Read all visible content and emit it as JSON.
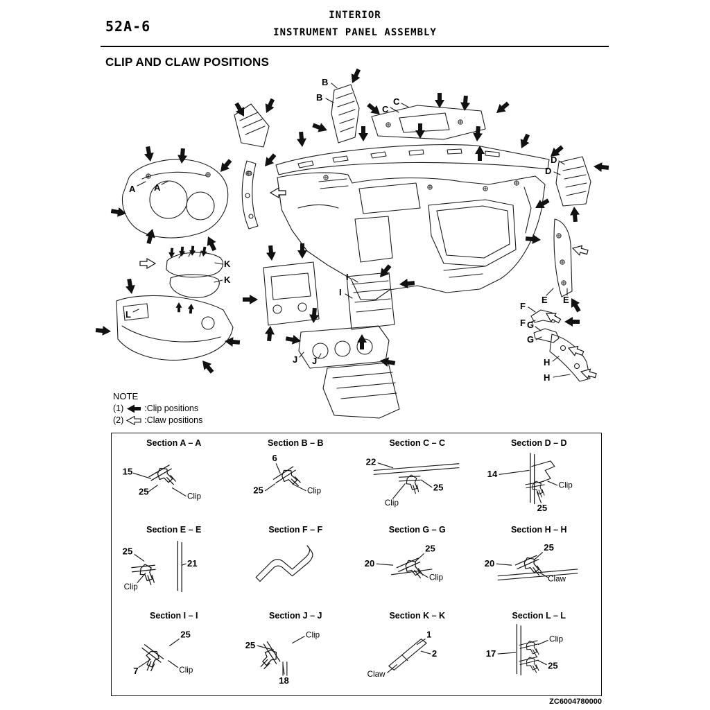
{
  "header": {
    "page_code": "52A-6",
    "chapter": "INTERIOR",
    "subtitle": "INSTRUMENT PANEL ASSEMBLY"
  },
  "title": "CLIP AND CLAW POSITIONS",
  "note": {
    "heading": "NOTE",
    "clip_num": "(1)",
    "clip_text": ":Clip positions",
    "claw_num": "(2)",
    "claw_text": ":Claw positions"
  },
  "diagram": {
    "letters": [
      "A",
      "B",
      "C",
      "D",
      "E",
      "F",
      "G",
      "H",
      "I",
      "J",
      "K",
      "L"
    ]
  },
  "sections": [
    {
      "title": "Section A – A",
      "callouts": [
        "15",
        "25",
        "Clip"
      ]
    },
    {
      "title": "Section B – B",
      "callouts": [
        "6",
        "25",
        "Clip"
      ]
    },
    {
      "title": "Section C – C",
      "callouts": [
        "22",
        "25",
        "Clip"
      ]
    },
    {
      "title": "Section D – D",
      "callouts": [
        "14",
        "Clip",
        "25"
      ]
    },
    {
      "title": "Section E – E",
      "callouts": [
        "25",
        "21",
        "Clip"
      ]
    },
    {
      "title": "Section F – F",
      "callouts": []
    },
    {
      "title": "Section G – G",
      "callouts": [
        "20",
        "25",
        "Clip"
      ]
    },
    {
      "title": "Section H – H",
      "callouts": [
        "20",
        "25",
        "Claw"
      ]
    },
    {
      "title": "Section I – I",
      "callouts": [
        "25",
        "7",
        "Clip"
      ]
    },
    {
      "title": "Section J – J",
      "callouts": [
        "25",
        "Clip",
        "18"
      ]
    },
    {
      "title": "Section K – K",
      "callouts": [
        "1",
        "2",
        "Claw"
      ]
    },
    {
      "title": "Section L – L",
      "callouts": [
        "17",
        "Clip",
        "25"
      ]
    }
  ],
  "footer": {
    "doc_code": "ZC6004780000"
  }
}
